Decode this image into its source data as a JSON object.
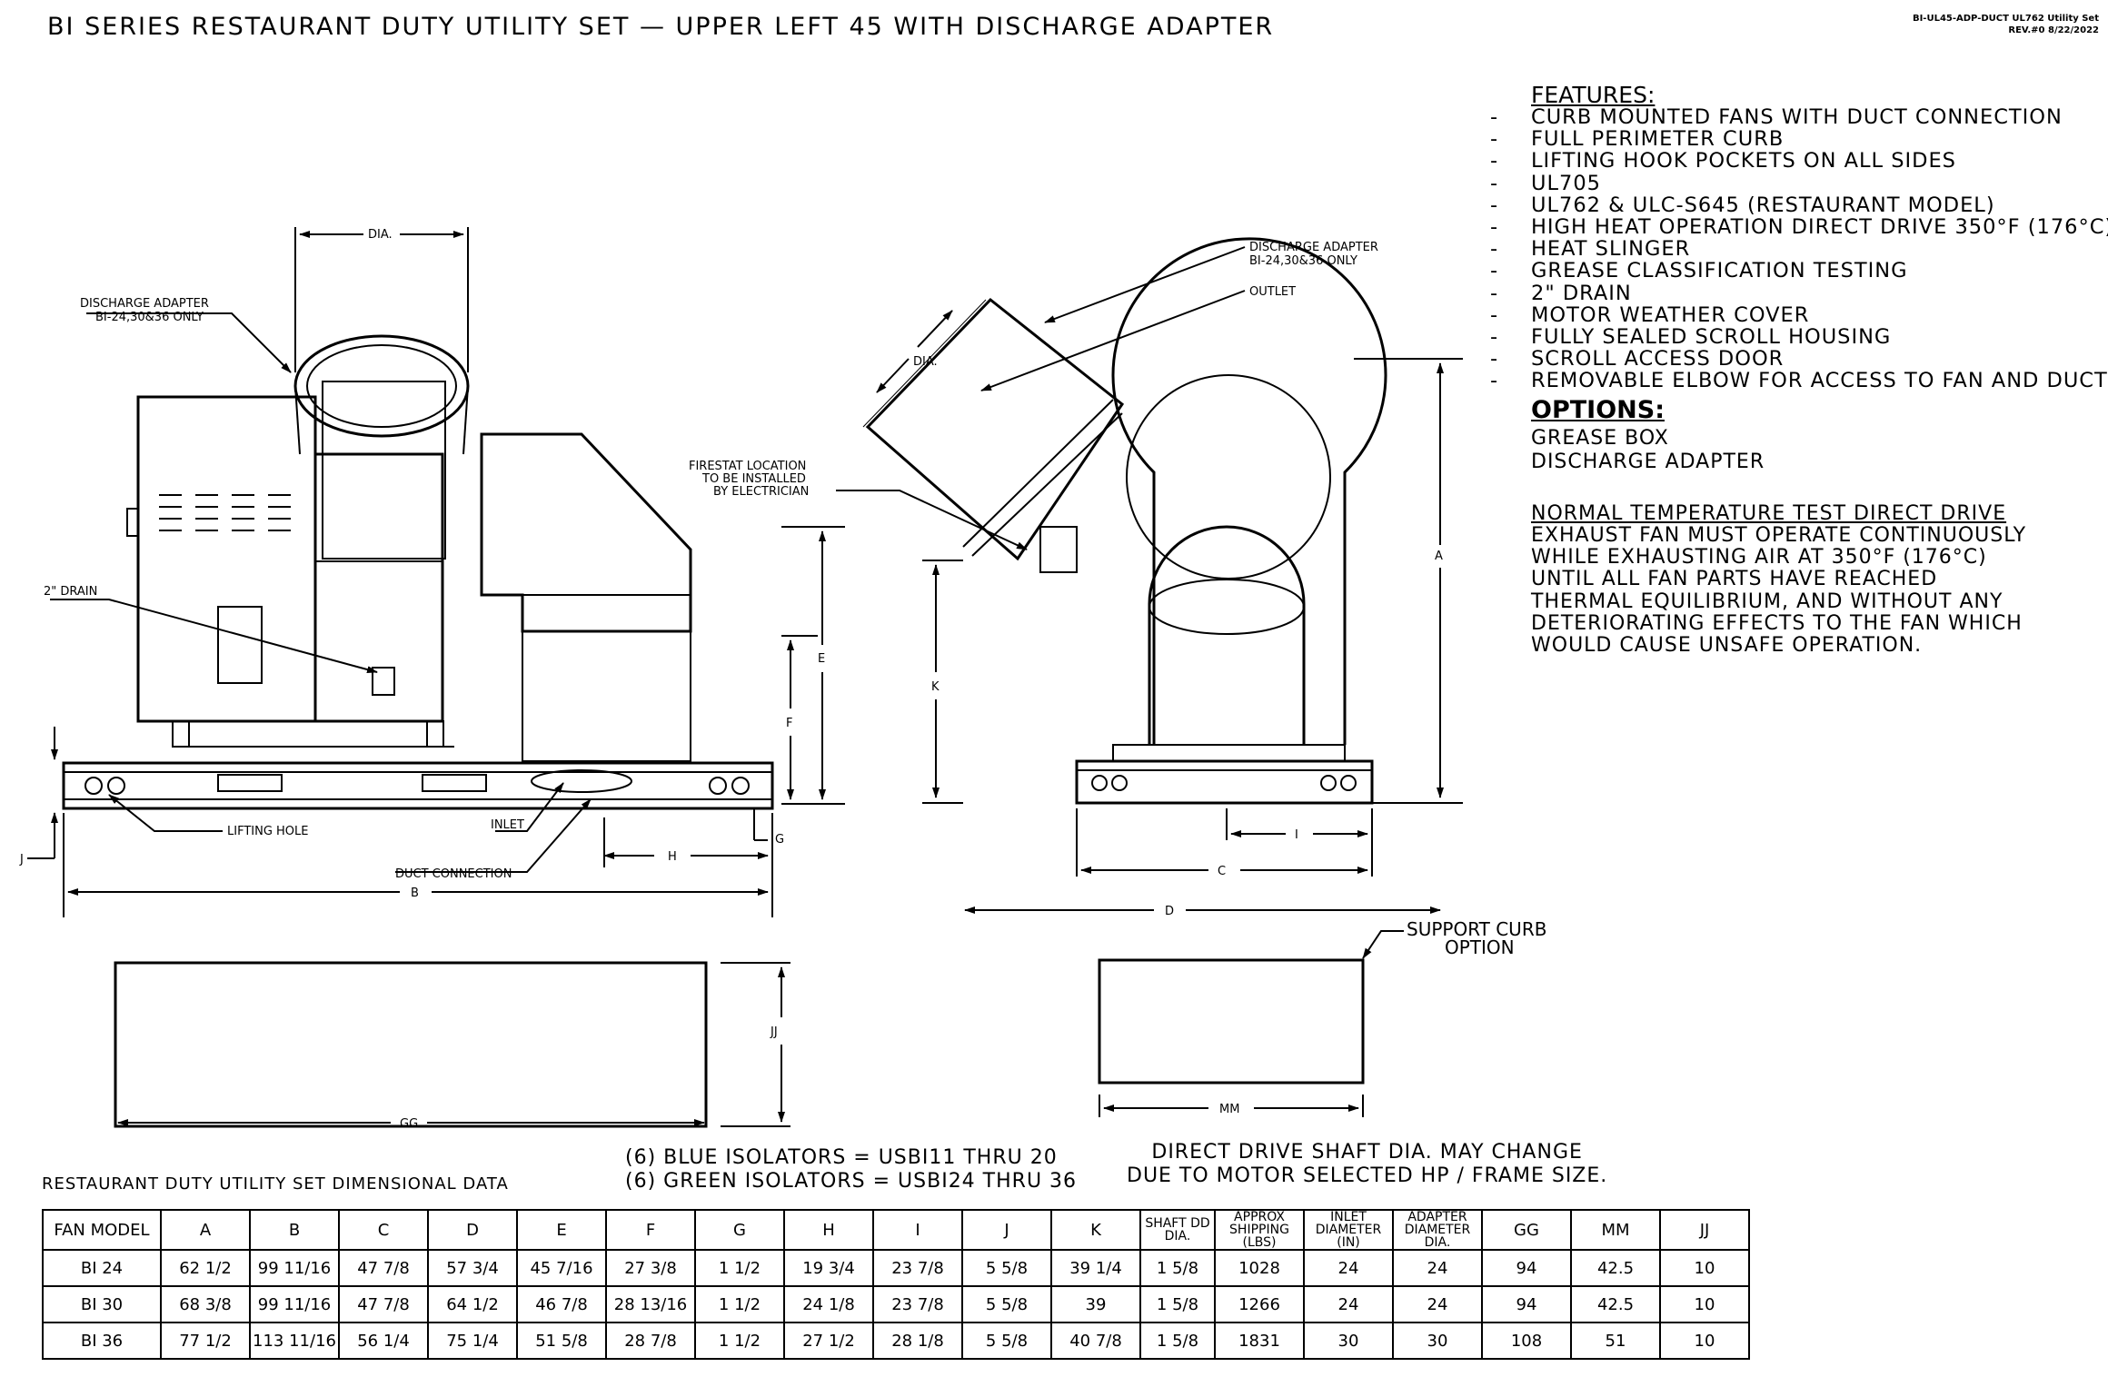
{
  "title": "BI SERIES RESTAURANT DUTY UTILITY SET — UPPER LEFT 45 WITH DISCHARGE ADAPTER",
  "doc_id": {
    "line1": "BI-UL45-ADP-DUCT UL762 Utility Set",
    "line2": "REV.#0   8/22/2022"
  },
  "features": {
    "heading": "FEATURES:",
    "items": [
      "CURB MOUNTED FANS WITH DUCT CONNECTION",
      "FULL PERIMETER CURB",
      "LIFTING HOOK POCKETS ON ALL SIDES",
      "UL705",
      "UL762 & ULC-S645 (RESTAURANT MODEL)",
      "HIGH HEAT OPERATION DIRECT DRIVE 350°F (176°C)",
      "HEAT SLINGER",
      "GREASE CLASSIFICATION TESTING",
      "2\" DRAIN",
      "MOTOR WEATHER COVER",
      "FULLY SEALED SCROLL HOUSING",
      "SCROLL ACCESS DOOR",
      "REMOVABLE ELBOW FOR ACCESS TO FAN AND DUCT"
    ]
  },
  "options": {
    "heading": "OPTIONS:",
    "items": [
      "GREASE BOX",
      "DISCHARGE ADAPTER"
    ]
  },
  "note": {
    "heading": "NORMAL TEMPERATURE TEST DIRECT DRIVE",
    "lines": [
      "EXHAUST FAN MUST OPERATE CONTINUOUSLY",
      "WHILE EXHAUSTING AIR AT 350°F (176°C)",
      "UNTIL ALL FAN PARTS HAVE REACHED",
      "THERMAL EQUILIBRIUM, AND WITHOUT ANY",
      "DETERIORATING EFFECTS TO THE FAN WHICH",
      "WOULD CAUSE UNSAFE OPERATION."
    ]
  },
  "diagram_labels": {
    "dia_left": "DIA.",
    "discharge_adapter_left_1": "DISCHARGE ADAPTER",
    "discharge_adapter_left_2": "BI-24,30&36 ONLY",
    "drain": "2\" DRAIN",
    "lifting_hole": "LIFTING HOLE",
    "inlet": "INLET",
    "duct_connection": "DUCT CONNECTION",
    "firestat_1": "FIRESTAT LOCATION",
    "firestat_2": "TO BE INSTALLED",
    "firestat_3": "BY ELECTRICIAN",
    "discharge_adapter_right_1": "DISCHARGE ADAPTER",
    "discharge_adapter_right_2": "BI-24,30&36 ONLY",
    "outlet": "OUTLET",
    "dia_right": "DIA.",
    "support_curb_1": "SUPPORT CURB",
    "support_curb_2": "OPTION",
    "dim_A": "A",
    "dim_B": "B",
    "dim_C": "C",
    "dim_D": "D",
    "dim_E": "E",
    "dim_F": "F",
    "dim_G": "G",
    "dim_H": "H",
    "dim_I": "I",
    "dim_J": "J",
    "dim_K": "K",
    "dim_GG": "GG",
    "dim_MM": "MM",
    "dim_JJ": "JJ"
  },
  "isolators": {
    "line1": "(6) BLUE ISOLATORS = USBI11 THRU 20",
    "line2": "(6) GREEN ISOLATORS = USBI24 THRU 36"
  },
  "shaft_note": {
    "line1": "DIRECT DRIVE SHAFT DIA. MAY CHANGE",
    "line2": "DUE TO MOTOR SELECTED HP / FRAME SIZE."
  },
  "table": {
    "title": "RESTAURANT DUTY UTILITY SET DIMENSIONAL DATA",
    "headers": [
      "FAN MODEL",
      "A",
      "B",
      "C",
      "D",
      "E",
      "F",
      "G",
      "H",
      "I",
      "J",
      "K",
      "SHAFT DD DIA.",
      "APPROX SHIPPING (LBS)",
      "INLET DIAMETER (IN)",
      "ADAPTER DIAMETER DIA.",
      "GG",
      "MM",
      "JJ"
    ],
    "rows": [
      [
        "BI 24",
        "62 1/2",
        "99 11/16",
        "47 7/8",
        "57 3/4",
        "45 7/16",
        "27 3/8",
        "1 1/2",
        "19 3/4",
        "23 7/8",
        "5 5/8",
        "39 1/4",
        "1 5/8",
        "1028",
        "24",
        "24",
        "94",
        "42.5",
        "10"
      ],
      [
        "BI 30",
        "68 3/8",
        "99 11/16",
        "47 7/8",
        "64 1/2",
        "46 7/8",
        "28 13/16",
        "1 1/2",
        "24 1/8",
        "23 7/8",
        "5 5/8",
        "39",
        "1 5/8",
        "1266",
        "24",
        "24",
        "94",
        "42.5",
        "10"
      ],
      [
        "BI 36",
        "77 1/2",
        "113 11/16",
        "56 1/4",
        "75 1/4",
        "51 5/8",
        "28 7/8",
        "1 1/2",
        "27 1/2",
        "28 1/8",
        "5 5/8",
        "40 7/8",
        "1 5/8",
        "1831",
        "30",
        "30",
        "108",
        "51",
        "10"
      ]
    ]
  }
}
